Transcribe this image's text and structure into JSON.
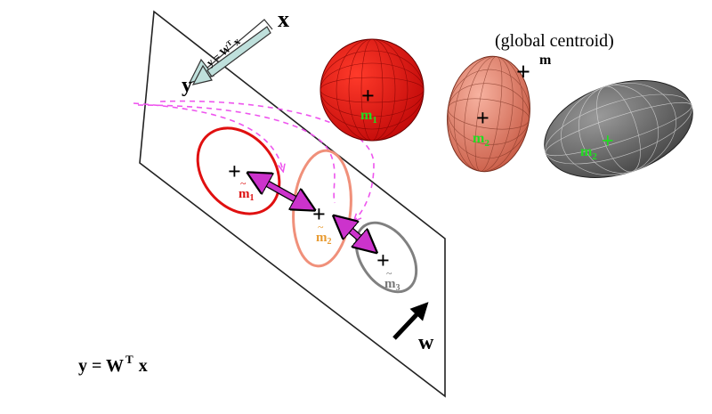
{
  "projection": {
    "arrow_label_y": "y",
    "arrow_label_eq": "y = W",
    "arrow_label_sup": "T",
    "arrow_label_x": "x",
    "source_label": "x",
    "target_label": "y"
  },
  "equation": {
    "lhs": "y = W",
    "sup": "T",
    "rhs": "x"
  },
  "direction_label": "w",
  "global_centroid": {
    "caption": "(global centroid)",
    "symbol": "m"
  },
  "classes": [
    {
      "mean": "m",
      "sub": "1",
      "projected_sub": "1",
      "color": "#e01010",
      "label_color": "#22dd22"
    },
    {
      "mean": "m",
      "sub": "2",
      "projected_sub": "2",
      "color": "#f0907a",
      "label_color": "#22dd22"
    },
    {
      "mean": "m",
      "sub": "2",
      "projected_sub": "3",
      "color": "#777777",
      "label_color": "#22dd22"
    }
  ],
  "colors": {
    "projected_mean_1": "#dd1111",
    "projected_mean_2": "#e89a30",
    "projected_mean_3": "#777777",
    "between_arrow": "#cc33cc",
    "dashed_projection": "#ee55ee",
    "projection_arrow": "#bfe0dc"
  }
}
